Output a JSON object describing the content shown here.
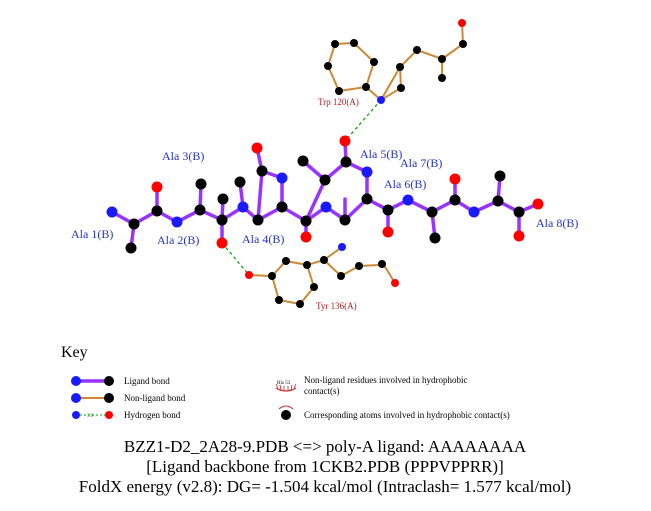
{
  "residue_labels": {
    "ala1": "Ala 1(B)",
    "ala2": "Ala 2(B)",
    "ala3": "Ala 3(B)",
    "ala4": "Ala 4(B)",
    "ala5": "Ala 5(B)",
    "ala6": "Ala 6(B)",
    "ala7": "Ala 7(B)",
    "ala8": "Ala 8(B)",
    "trp": "Trp 120(A)",
    "tyr": "Tyr 136(A)"
  },
  "key": {
    "title": "Key",
    "ligand_bond": "Ligand bond",
    "nonligand_bond": "Non-ligand bond",
    "hbond": "Hydrogen bond",
    "hbond_dist": "3.0",
    "hydrophobic_residues": "Non-ligand residues involved in hydrophobic contact(s)",
    "hydrophobic_sample": "His 53",
    "corresponding_atoms": "Corresponding atoms involved in hydrophobic contact(s)"
  },
  "caption": {
    "line1": "BZZ1-D2_2A28-9.PDB <=> poly-A ligand: AAAAAAAA",
    "line2": "[Ligand backbone from 1CKB2.PDB (PPPVPPRR)]",
    "line3": "FoldX energy (v2.8): DG= -1.504 kcal/mol (Intraclash= 1.577 kcal/mol)"
  },
  "colors": {
    "ligand_bond": "#9933ff",
    "nonligand_bond": "#cc8833",
    "carbon": "#000000",
    "nitrogen": "#1a1aff",
    "oxygen": "#ff0000",
    "hbond": "#009900",
    "residue_label": "#2233cc",
    "nonligand_label": "#aa2222"
  }
}
